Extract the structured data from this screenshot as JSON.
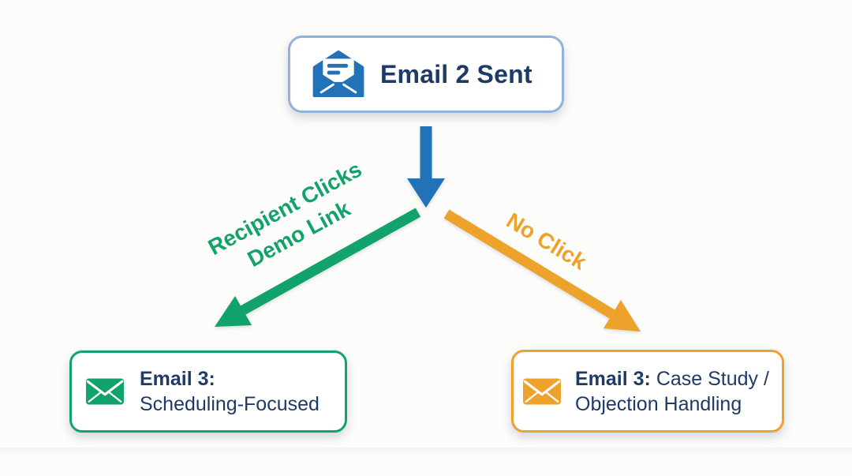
{
  "colors": {
    "bg": "#fcfcfb",
    "navy": "#1e3a66",
    "blue": "#2272b8",
    "top_border": "#93b2db",
    "green": "#12a36c",
    "orange": "#eda32b"
  },
  "nodes": {
    "top": {
      "label": "Email 2 Sent",
      "icon": "open-envelope-icon"
    },
    "left": {
      "bold": "Email 3:",
      "line2": "Scheduling-Focused",
      "icon": "closed-envelope-icon"
    },
    "right": {
      "bold": "Email 3:",
      "line1_rest": " Case Study /",
      "line2": "Objection Handling",
      "icon": "closed-envelope-icon"
    }
  },
  "edges": {
    "down": {
      "label": ""
    },
    "left_branch": {
      "label_line1": "Recipient Clicks",
      "label_line2": "Demo Link"
    },
    "right_branch": {
      "label": "No Click"
    }
  }
}
